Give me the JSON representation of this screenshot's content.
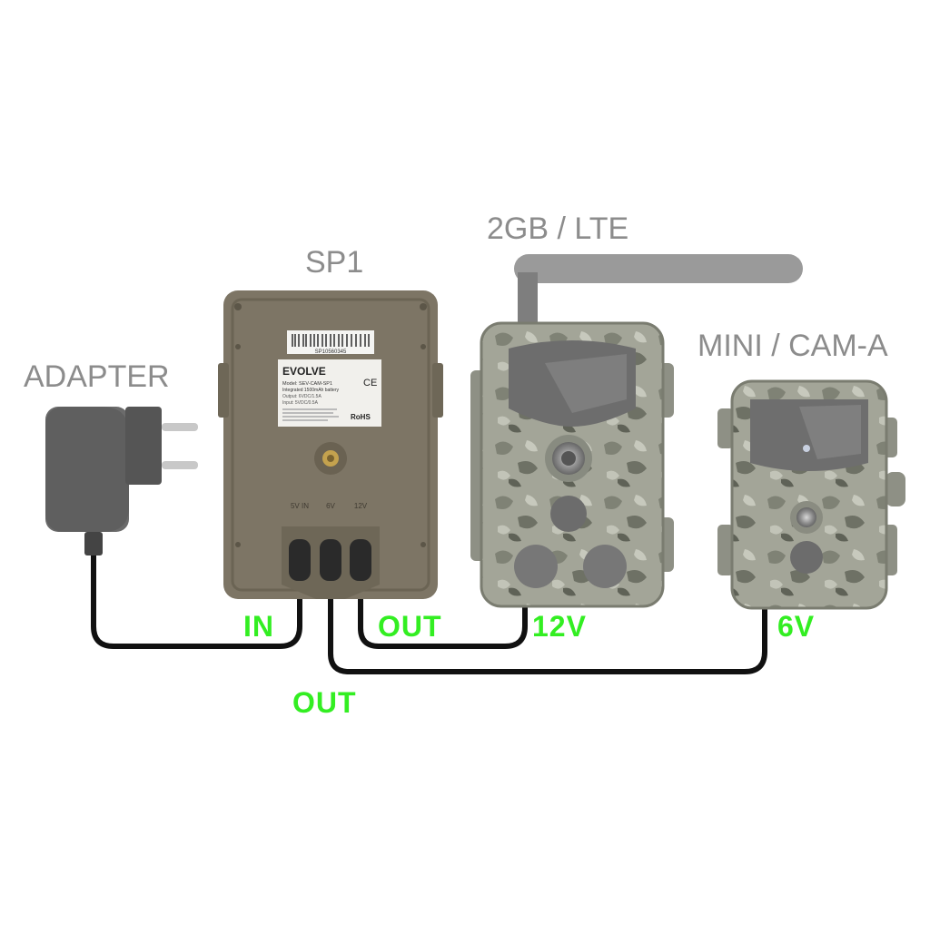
{
  "labels": {
    "adapter": "ADAPTER",
    "sp1": "SP1",
    "lte": "2GB / LTE",
    "mini": "MINI / CAM-A"
  },
  "ports": {
    "in": "IN",
    "out_12v": "OUT",
    "out_6v": "OUT",
    "v12": "12V",
    "v6": "6V"
  },
  "sp1_panel": {
    "barcode_text": "SP10560345",
    "brand": "EVOLVE",
    "model": "Model: SEV-CAM-SP1",
    "battery": "Integrated 1500mAh battery",
    "output": "Output: 6VDC/1.5A",
    "input": "Input: 5VDC/0.5A",
    "rohs": "RoHS",
    "ce": "CE",
    "port_marks": [
      "5V IN",
      "6V",
      "12V"
    ]
  },
  "colors": {
    "label_gray": "#8c8c8c",
    "port_green": "#33ee22",
    "cable": "#111111",
    "sp1_body": "#7d7565",
    "camo_base": "#9a9c90"
  },
  "icons": [
    "power-adapter-icon",
    "antenna-icon",
    "tripod-mount-icon"
  ]
}
